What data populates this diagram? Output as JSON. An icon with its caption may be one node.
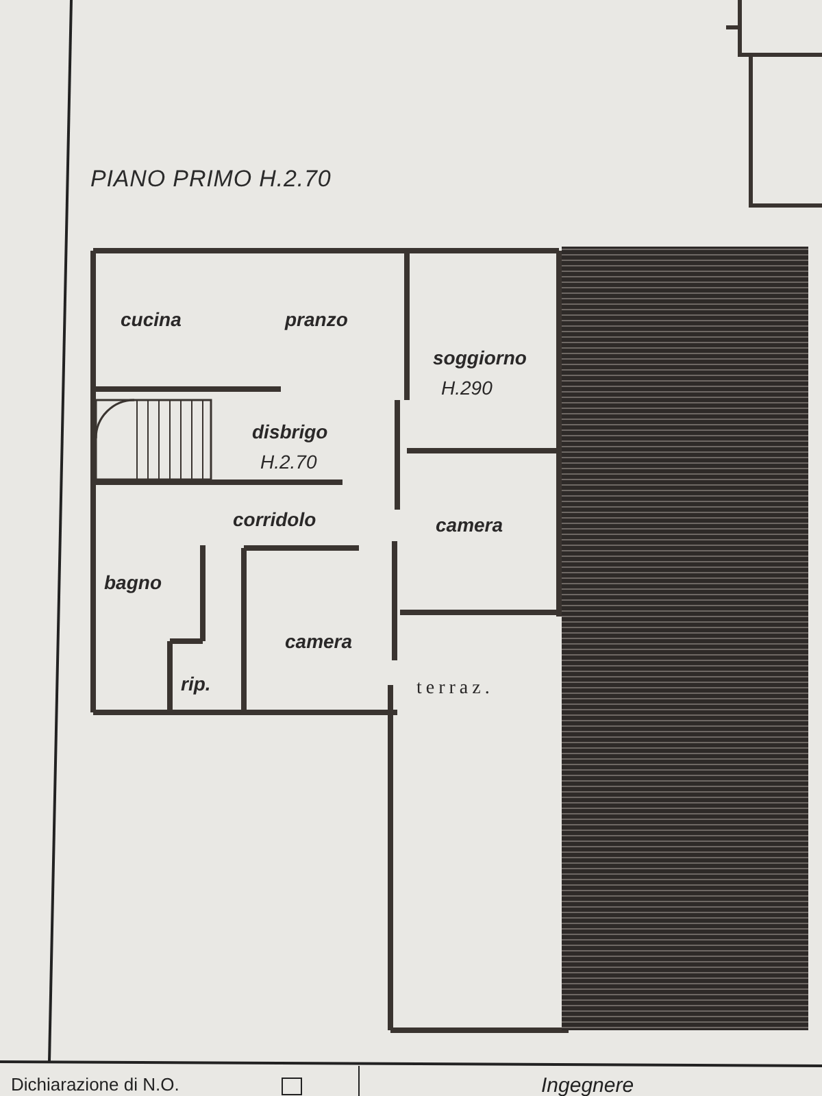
{
  "diagram": {
    "title": "PIANO PRIMO H.2.70",
    "nodes": [
      {
        "text": [
          "cucina"
        ]
      },
      {
        "text": [
          "pranzo"
        ]
      },
      {
        "text": [
          "soggiorno",
          "H.290"
        ]
      },
      {
        "text": [
          "disbrigo",
          "H.2.70"
        ]
      },
      {
        "text": [
          "corridolo"
        ]
      },
      {
        "text": [
          "camera"
        ]
      },
      {
        "text": [
          "bagno"
        ]
      },
      {
        "text": [
          "camera"
        ]
      },
      {
        "text": [
          "rip."
        ]
      },
      {
        "text": [
          "terraz."
        ]
      }
    ],
    "labels": [
      "Dichiarazione di N.O.",
      "Ingegnere"
    ]
  }
}
